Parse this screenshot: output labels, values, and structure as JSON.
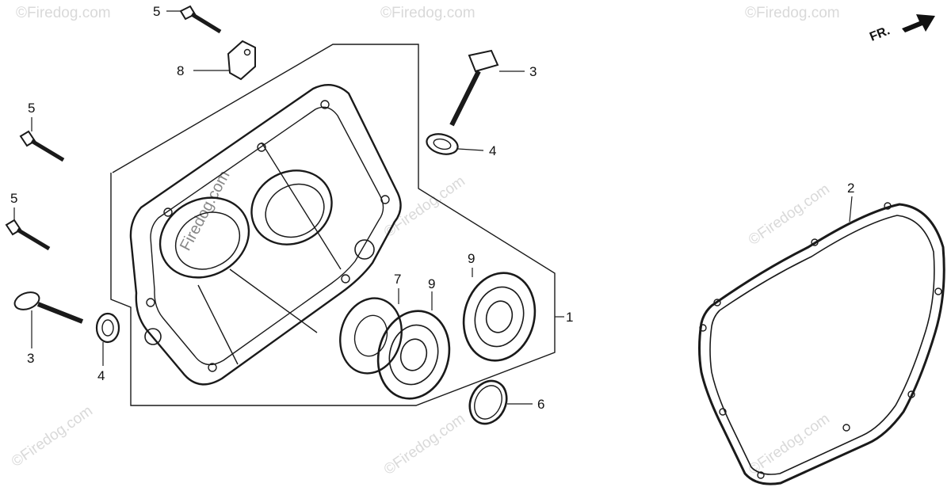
{
  "callouts": {
    "c5a": "5",
    "c8": "8",
    "c5b": "5",
    "c5c": "5",
    "c3a": "3",
    "c4a": "4",
    "c3b": "3",
    "c4b": "4",
    "c7": "7",
    "c9a": "9",
    "c9b": "9",
    "c1": "1",
    "c6": "6",
    "c2": "2"
  },
  "direction_label": "FR.",
  "watermark": "©Firedog.com",
  "watermark_side": "Firedog.com"
}
